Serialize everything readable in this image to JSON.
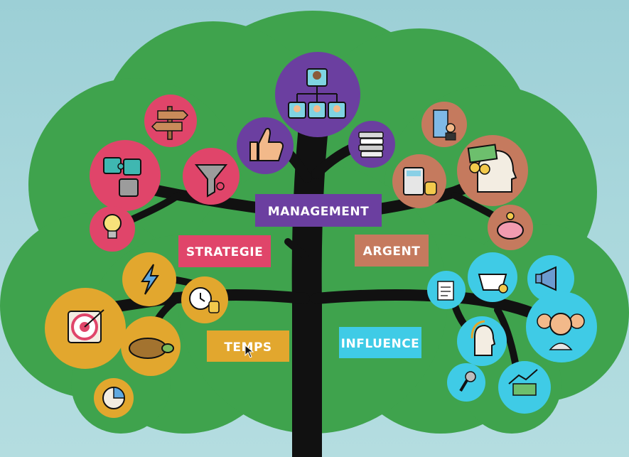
{
  "colors": {
    "canopy": "#3fa34d",
    "trunk": "#111111",
    "management": "#6b3fa0",
    "strategie": "#e0456a",
    "argent": "#c57a5e",
    "temps": "#e2a72e",
    "influence": "#3fcbe6"
  },
  "branches": {
    "management": {
      "label": "MANAGEMENT",
      "icons": [
        "org-chart-icon",
        "thumbs-up-icon",
        "books-icon"
      ]
    },
    "strategie": {
      "label": "STRATEGIE",
      "icons": [
        "signpost-icon",
        "puzzle-icon",
        "funnel-icon",
        "lightbulb-icon"
      ]
    },
    "argent": {
      "label": "ARGENT",
      "icons": [
        "office-building-icon",
        "money-head-icon",
        "calculator-coins-icon",
        "piggy-bank-icon"
      ]
    },
    "temps": {
      "label": "TEMPS",
      "icons": [
        "lightning-icon",
        "alarm-clock-icon",
        "target-icon",
        "turtle-icon",
        "pie-chart-icon"
      ]
    },
    "influence": {
      "label": "INFLUENCE",
      "icons": [
        "document-pen-icon",
        "shopping-basket-icon",
        "megaphone-icon",
        "people-group-icon",
        "headset-icon",
        "microphone-icon",
        "money-growth-icon"
      ]
    }
  }
}
